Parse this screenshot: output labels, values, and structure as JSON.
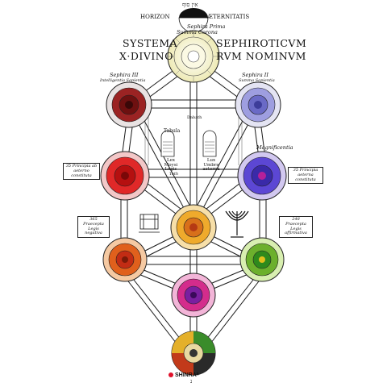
{
  "header": {
    "hebrew_top": "אין סוף",
    "horizon_left": "HORIZON",
    "horizon_right": "ÆTERNITATIS",
    "sephira_prima": "Sephira Prima",
    "summa_corona": "Summa Corona"
  },
  "title": {
    "line1_left": "SYSTEMA",
    "line1_right": "SEPHIROTICVM",
    "line2_left": "X·DIVINO",
    "line2_right": "RVM NOMINVM"
  },
  "labels": {
    "sephira_iii": "Sephira III",
    "intelligentia": "Intelligentia Sapientia",
    "sephira_ii": "Sephira II",
    "summa_sapientia": "Summa Sapientia",
    "tabula": "Tabula",
    "lex_mosis": "Lex Moysi Legis",
    "lux_umbra": "Lux Umbra aeterna",
    "dabath": "Dabath",
    "magnificentia": "Magnificentia",
    "tetth": "Teth"
  },
  "side_boxes": {
    "left_upper": "35 Principia ab aeterno constituta",
    "right_upper": "35 Principia aeterna constituta",
    "left_lower": "365 Praecepta Legis negativa",
    "right_lower": "248 Praecepta Legis affirmativa"
  },
  "brand": {
    "name": "SHINRA",
    "suffix": "ʰ",
    "footer_glyph": "נ"
  },
  "colors": {
    "line": "#1a1a1a",
    "keter": "#f4f2cc",
    "chokmah": "#8c8cd6",
    "binah": "#c02a2a",
    "chesed": "#3b52c7",
    "gevurah": "#d61d1d",
    "tiferet": "#e6a72a",
    "netzach": "#4aa02c",
    "hod": "#e06a1d",
    "yesod": "#a51fa0",
    "malkuth": "#2d2d2d",
    "brand_dot": "#e0102a"
  }
}
